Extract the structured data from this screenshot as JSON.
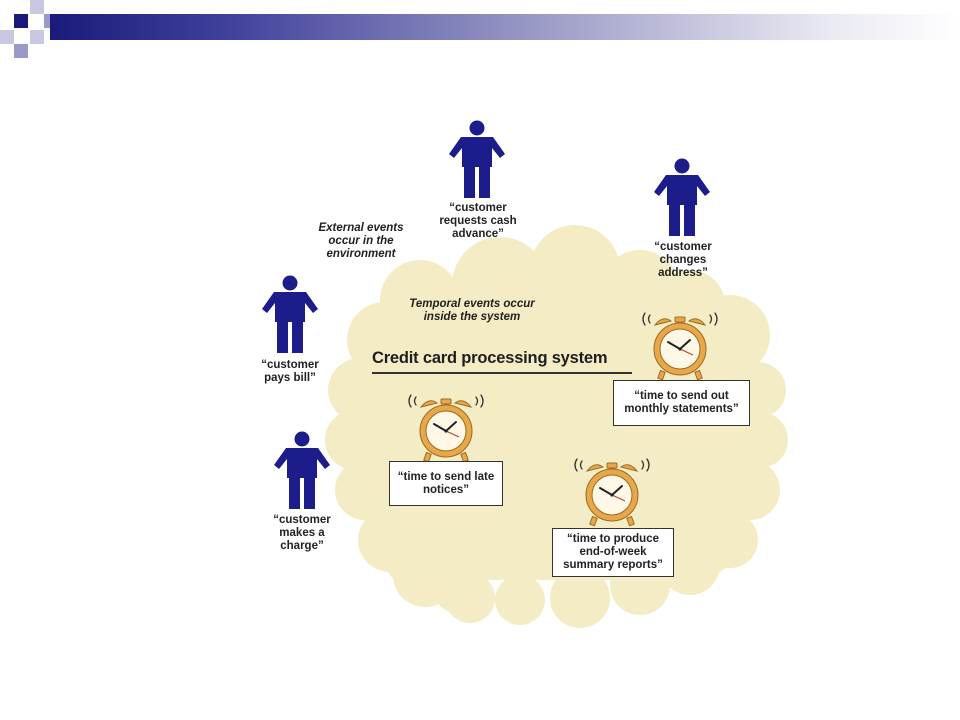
{
  "colors": {
    "header_dark": "#1a1a7a",
    "person_blue": "#1c1c8a",
    "cloud_fill": "#f3ecc4",
    "clock_orange": "#e8a84a",
    "clock_face": "#fff8e6"
  },
  "external_events_label": "External events\noccur in the\nenvironment",
  "temporal_events_label": "Temporal events occur\ninside the system",
  "system_title": "Credit card processing system",
  "people": [
    {
      "icon": "person-icon",
      "label": "“customer\nrequests cash\nadvance”"
    },
    {
      "icon": "person-icon",
      "label": "“customer\nchanges\naddress”"
    },
    {
      "icon": "person-icon",
      "label": "“customer\npays bill”"
    },
    {
      "icon": "person-icon",
      "label": "“customer\nmakes a\ncharge”"
    }
  ],
  "temporal_events": [
    {
      "icon": "alarm-clock-icon",
      "label": "“time to send out\nmonthly statements”"
    },
    {
      "icon": "alarm-clock-icon",
      "label": "“time to send late\nnotices”"
    },
    {
      "icon": "alarm-clock-icon",
      "label": "“time to produce\nend-of-week\nsummary reports”"
    }
  ]
}
